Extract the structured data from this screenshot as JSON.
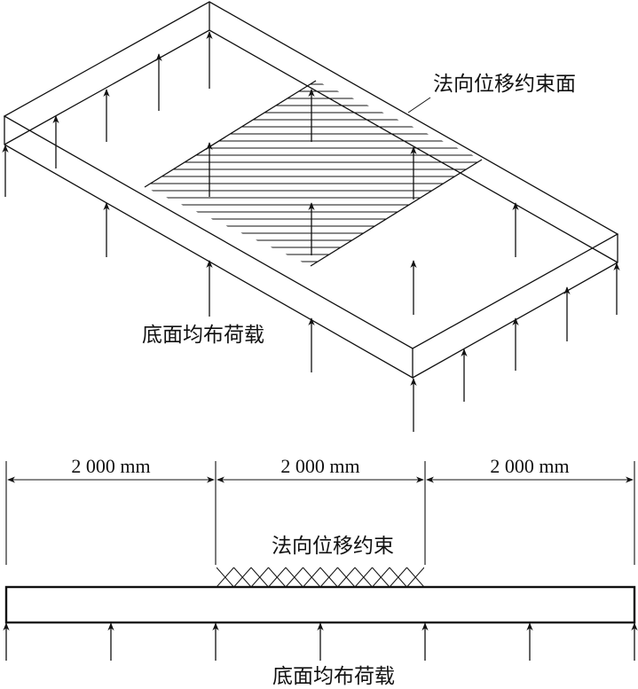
{
  "iso_view": {
    "constraint_face_label": "法向位移约束面",
    "bottom_load_label": "底面均布荷载"
  },
  "section_view": {
    "dimensions": [
      "2 000 mm",
      "2 000 mm",
      "2 000 mm"
    ],
    "constraint_label": "法向位移约束",
    "bottom_load_label": "底面均布荷载"
  }
}
